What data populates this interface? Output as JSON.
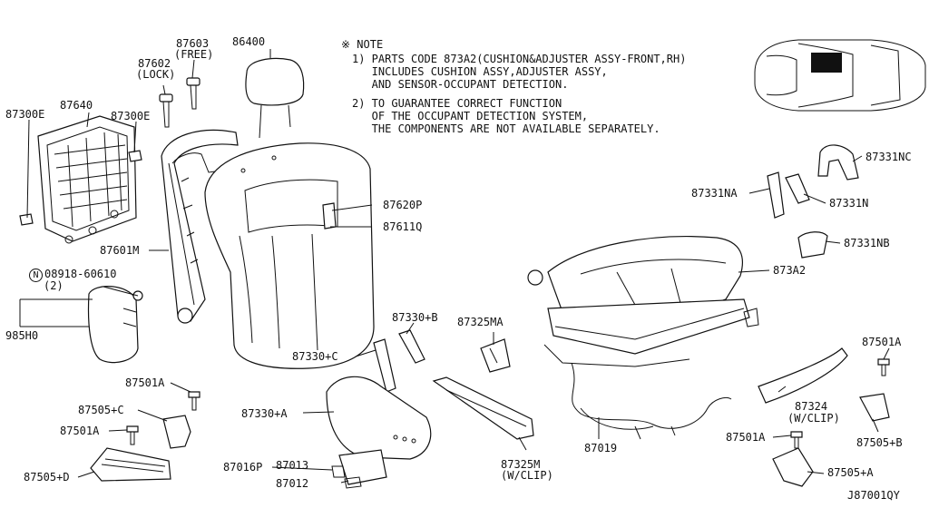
{
  "diagram": {
    "code": "J87001QY",
    "note": {
      "heading": "※ NOTE",
      "line1": "1) PARTS CODE 873A2(CUSHION&ADJUSTER ASSY-FRONT,RH)",
      "line2": "   INCLUDES CUSHION ASSY,ADJUSTER ASSY,",
      "line3": "   AND SENSOR-OCCUPANT DETECTION.",
      "line4": "2) TO GUARANTEE CORRECT FUNCTION",
      "line5": "   OF THE OCCUPANT DETECTION SYSTEM,",
      "line6": "   THE COMPONENTS ARE NOT AVAILABLE SEPARATELY."
    },
    "labels": {
      "p87640": "87640",
      "p87300e_left": "87300E",
      "p87300e_right": "87300E",
      "p87603": "87603",
      "free": "(FREE)",
      "p87602": "87602",
      "lock": "(LOCK)",
      "p86400": "86400",
      "p87620p": "87620P",
      "p87611q": "87611Q",
      "p87601m": "87601M",
      "bolt_circle": "N",
      "bolt_code": "08918-60610",
      "bolt_qty": "(2)",
      "p985h0": "985H0",
      "p87501a_1": "87501A",
      "p87505c": "87505+C",
      "p87501a_2": "87501A",
      "p87505d": "87505+D",
      "p87330b": "87330+B",
      "p87330c": "87330+C",
      "p87330a": "87330+A",
      "p87325ma": "87325MA",
      "p87016p": "87016P",
      "p87013": "87013",
      "p87012": "87012",
      "p87325m": "87325M",
      "wclip_1": "(W/CLIP)",
      "p87019": "87019",
      "p873a2": "873A2",
      "p87331nc": "87331NC",
      "p87331na": "87331NA",
      "p87331n": "87331N",
      "p87331nb": "87331NB",
      "p87501a_3": "87501A",
      "p87324": "87324",
      "wclip_2": "(W/CLIP)",
      "p87501a_4": "87501A",
      "p87505b": "87505+B",
      "p87505a": "87505+A"
    }
  }
}
